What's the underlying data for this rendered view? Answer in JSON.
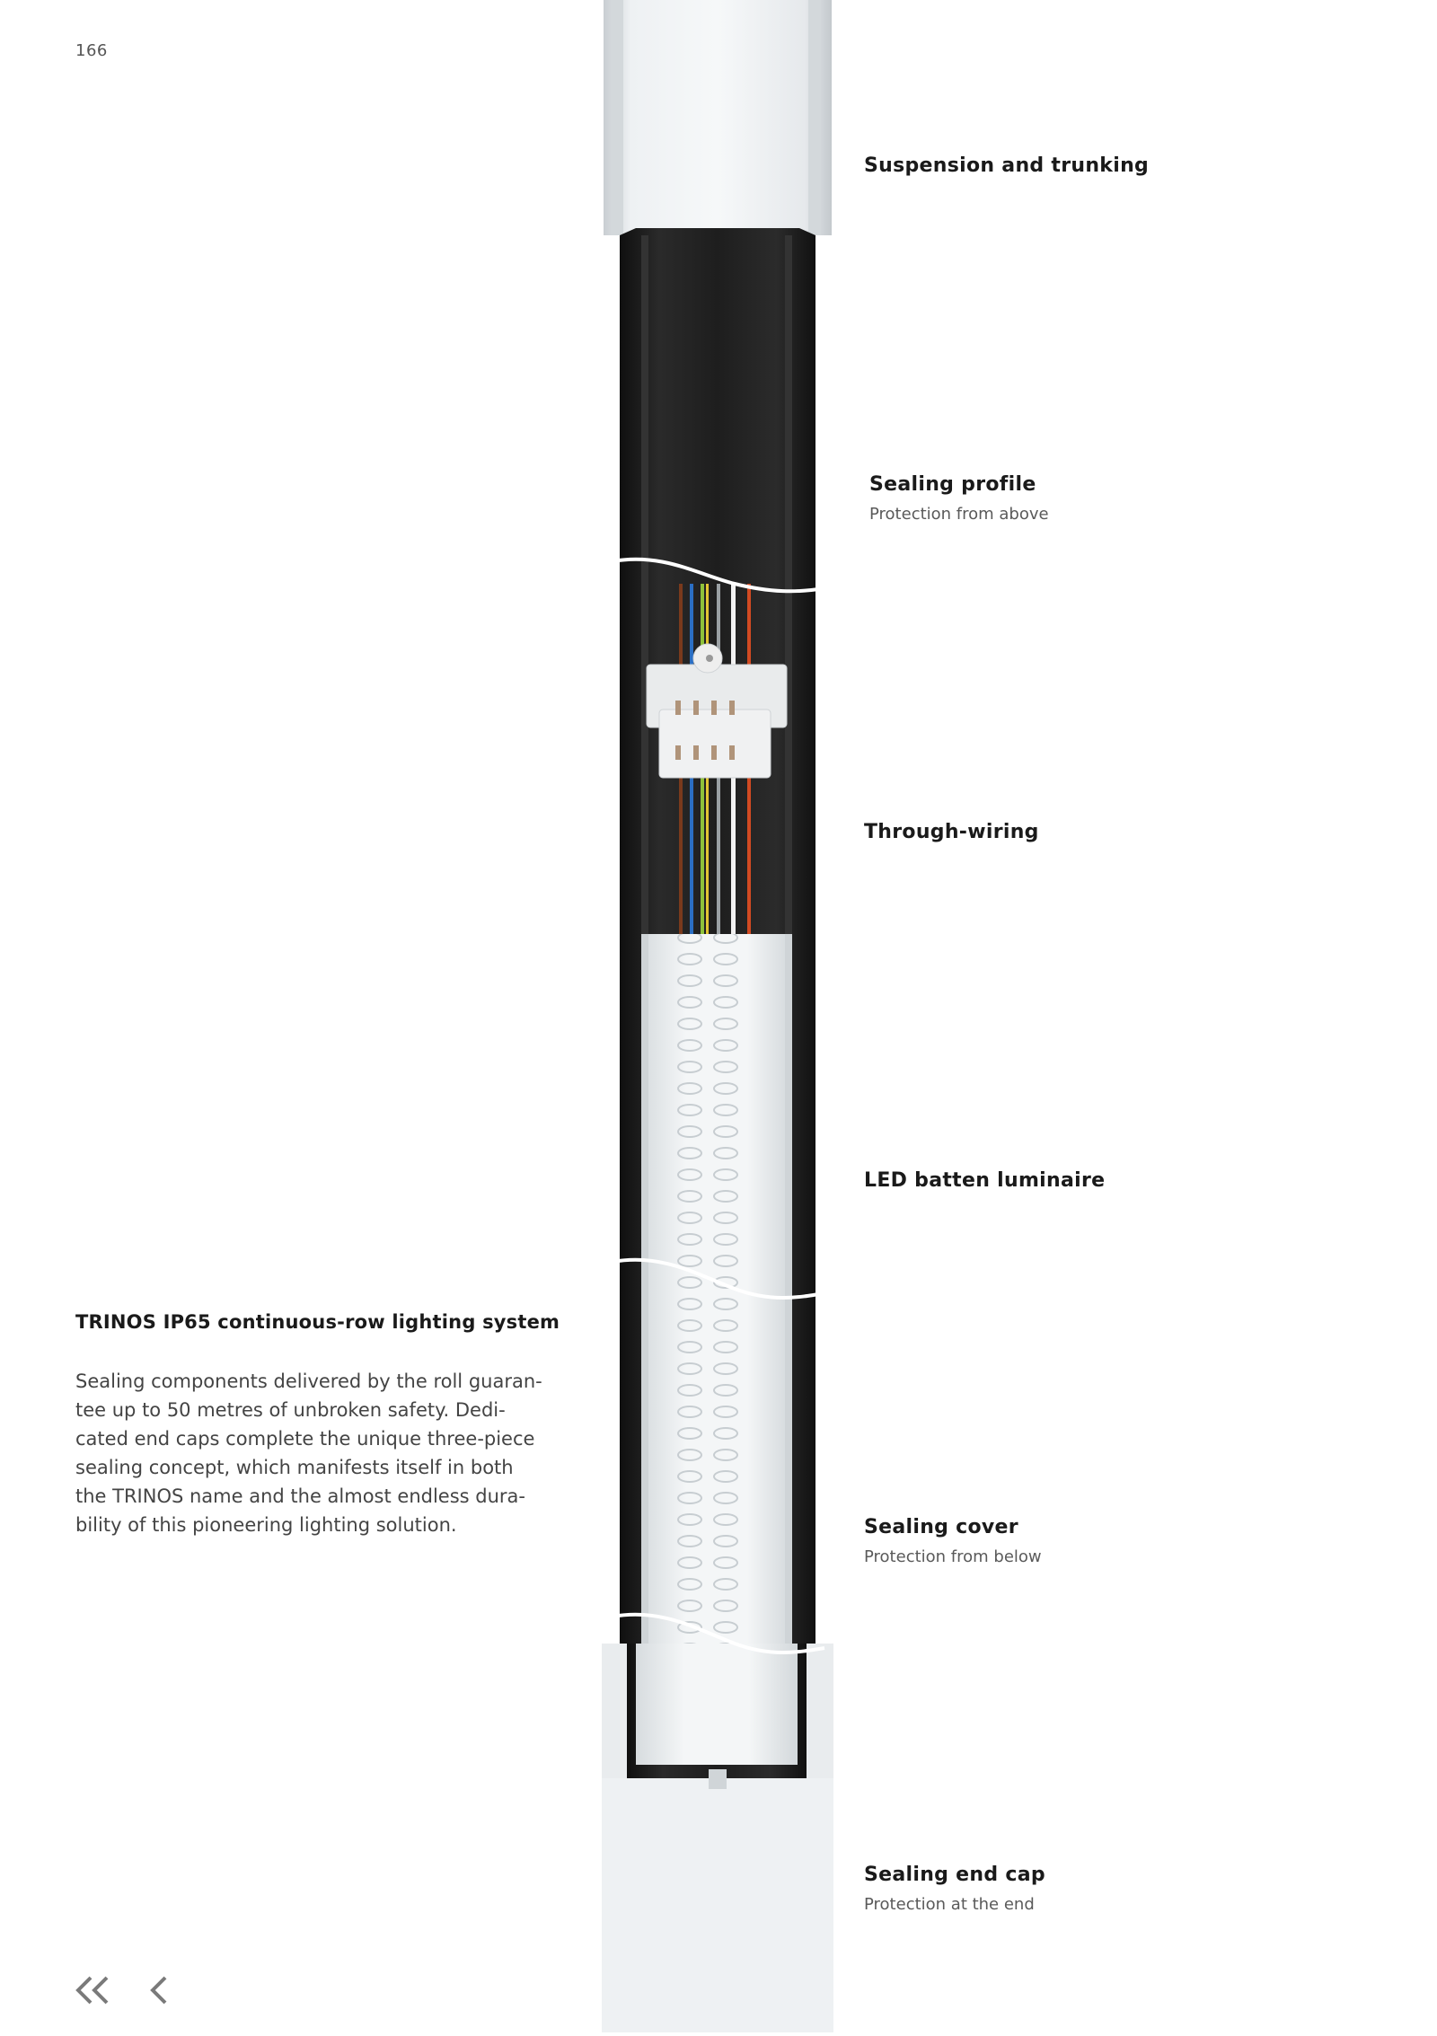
{
  "page_number": "166",
  "labels": [
    {
      "title": "Suspension and trunking",
      "subtitle": ""
    },
    {
      "title": "Sealing profile",
      "subtitle": "Protection from above"
    },
    {
      "title": "Through-wiring",
      "subtitle": ""
    },
    {
      "title": "LED batten luminaire",
      "subtitle": ""
    },
    {
      "title": "Sealing cover",
      "subtitle": "Protection from below"
    },
    {
      "title": "Sealing end cap",
      "subtitle": "Protection at the end"
    }
  ],
  "intro": {
    "title": "TRINOS IP65 continuous-row lighting system",
    "body_lines": [
      "Sealing components delivered by the roll guaran-",
      "tee up to 50 metres of unbroken safety. Dedi-",
      "cated end caps complete the unique three-piece",
      "sealing concept, which manifests itself in both",
      "the TRINOS name and the almost endless dura-",
      "bility of this pioneering lighting solution."
    ]
  },
  "nav": {
    "first_icon": "double-chevron-left-icon",
    "prev_icon": "chevron-left-icon"
  },
  "colors": {
    "profile_dark": "#1b1b1b",
    "trunking_light": "#e7eaec",
    "diffuser": "#eef1f3",
    "connector": "#ececec",
    "wire_brown": "#7a3a1c",
    "wire_blue": "#2b6fc4",
    "wire_green": "#8fc23a",
    "wire_yellow": "#e3c533",
    "wire_grey": "#9aa0a4",
    "wire_white": "#f2f2f2",
    "wire_red": "#d24a22"
  }
}
